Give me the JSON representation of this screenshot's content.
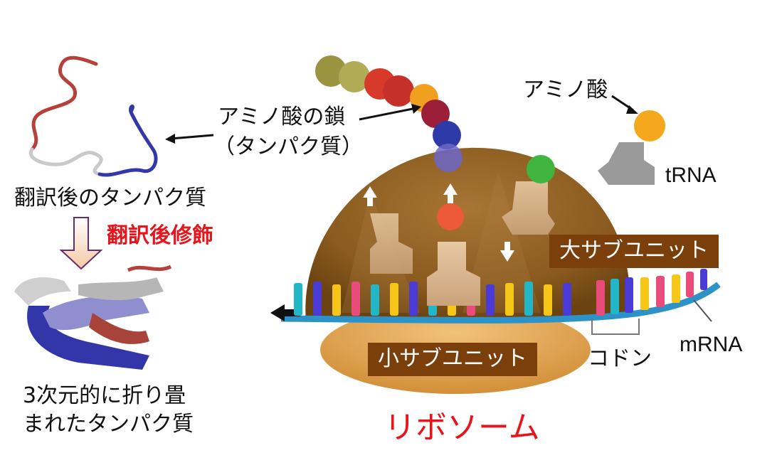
{
  "labels": {
    "amino_acid_chain_line1": "アミノ酸の鎖",
    "amino_acid_chain_line2": "（タンパク質）",
    "amino_acid": "アミノ酸",
    "trna": "tRNA",
    "protein_after_translation": "翻訳後のタンパク質",
    "post_translational_modification": "翻訳後修飾",
    "large_subunit": "大サブユニット",
    "small_subunit": "小サブユニット",
    "codon": "コドン",
    "mrna": "mRNA",
    "folded_protein_line1": "3次元的に折り畳",
    "folded_protein_line2": "まれたタンパク質",
    "ribosome": "リボソーム"
  },
  "colors": {
    "ribosome_large": "#8a5a1e",
    "ribosome_small": "#e0a24c",
    "subunit_label_bg": "#7a3f0a",
    "title_red": "#e8141c",
    "mrna_backbone": "#2c93c9"
  }
}
